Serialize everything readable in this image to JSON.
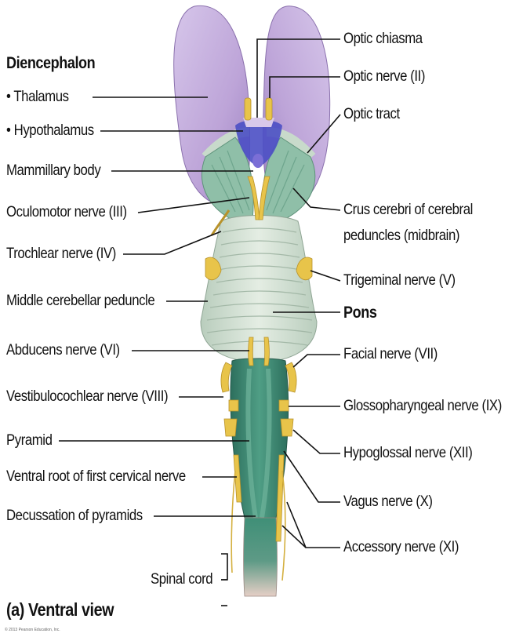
{
  "title_left": "Diencephalon",
  "view_title": "(a) Ventral view",
  "copyright": "© 2013 Pearson Education, Inc.",
  "colors": {
    "cerebrum": "#c0a8da",
    "cerebrum_dark": "#9c7fc0",
    "brainstem_green": "#8fbfa8",
    "pons": "#d5e3d6",
    "medulla": "#3f8f77",
    "nerve": "#e8c44a",
    "spinal_pink": "#e2c4bc",
    "hypothalamus": "#4b4fc4"
  },
  "labels_left": [
    {
      "id": "thalamus",
      "text": "• Thalamus"
    },
    {
      "id": "hypothalamus",
      "text": "• Hypothalamus"
    },
    {
      "id": "mammillary",
      "text": "Mammillary body"
    },
    {
      "id": "oculomotor",
      "text": "Oculomotor nerve (III)"
    },
    {
      "id": "trochlear",
      "text": "Trochlear nerve (IV)"
    },
    {
      "id": "middle-cerebellar",
      "text": "Middle cerebellar peduncle"
    },
    {
      "id": "abducens",
      "text": "Abducens nerve (VI)"
    },
    {
      "id": "vestibulocochlear",
      "text": "Vestibulocochlear nerve (VIII)"
    },
    {
      "id": "pyramid",
      "text": "Pyramid"
    },
    {
      "id": "ventral-root",
      "text": "Ventral root of first cervical nerve"
    },
    {
      "id": "decussation",
      "text": "Decussation of pyramids"
    },
    {
      "id": "spinal-cord",
      "text": "Spinal cord"
    }
  ],
  "labels_right": [
    {
      "id": "optic-chiasma",
      "text": "Optic chiasma"
    },
    {
      "id": "optic-nerve",
      "text": "Optic nerve (II)"
    },
    {
      "id": "optic-tract",
      "text": "Optic tract"
    },
    {
      "id": "crus-cerebri-1",
      "text": "Crus cerebri of cerebral"
    },
    {
      "id": "crus-cerebri-2",
      "text": "peduncles (midbrain)"
    },
    {
      "id": "trigeminal",
      "text": "Trigeminal nerve (V)"
    },
    {
      "id": "pons",
      "text": "Pons"
    },
    {
      "id": "facial",
      "text": "Facial nerve (VII)"
    },
    {
      "id": "glossopharyngeal",
      "text": "Glossopharyngeal nerve (IX)"
    },
    {
      "id": "hypoglossal",
      "text": "Hypoglossal nerve (XII)"
    },
    {
      "id": "vagus",
      "text": "Vagus nerve (X)"
    },
    {
      "id": "accessory",
      "text": "Accessory nerve (XI)"
    }
  ]
}
